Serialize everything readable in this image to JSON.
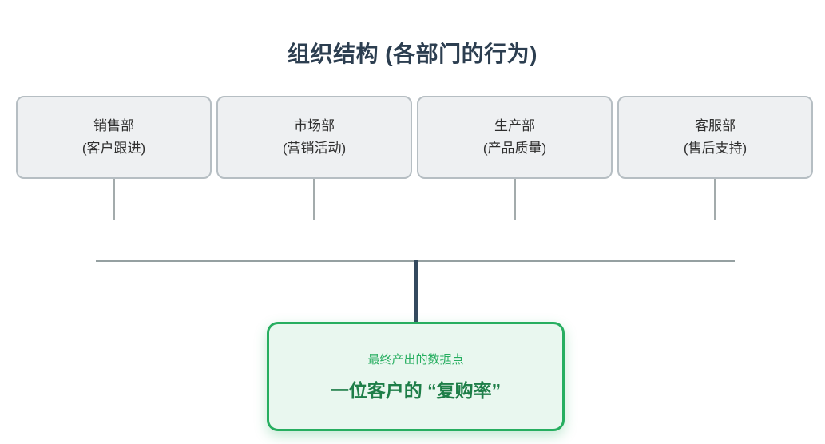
{
  "title": "组织结构 (各部门的行为)",
  "departments": [
    {
      "name": "销售部",
      "behavior": "(客户跟进)"
    },
    {
      "name": "市场部",
      "behavior": "(营销活动)"
    },
    {
      "name": "生产部",
      "behavior": "(产品质量)"
    },
    {
      "name": "客服部",
      "behavior": "(售后支持)"
    }
  ],
  "output": {
    "caption": "最终产出的数据点",
    "label": "一位客户的 “复购率”"
  },
  "colors": {
    "title_text": "#2c3e50",
    "dept_box_bg": "#eef0f2",
    "dept_box_border": "#b6bec3",
    "dept_box_text": "#2e2e2e",
    "connector_line": "#a3abac",
    "bus_line": "#95a0a1",
    "trunk_line": "#34495e",
    "output_box_bg": "#e9f7ef",
    "output_box_border": "#27ae60",
    "output_caption_text": "#27ae60",
    "output_label_text": "#1e7e48"
  }
}
